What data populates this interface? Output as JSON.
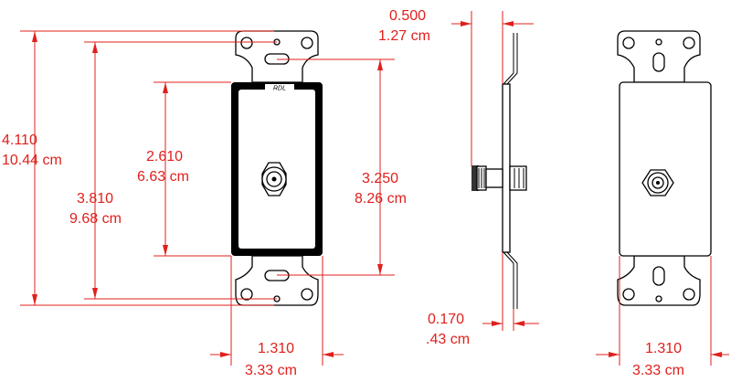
{
  "brand_label": "RDL",
  "dimensions": {
    "overall_height": {
      "inches": "4.110",
      "cm": "10.44 cm"
    },
    "mount_hole_spacing": {
      "inches": "3.810",
      "cm": "9.68 cm"
    },
    "face_height": {
      "inches": "2.610",
      "cm": "6.63 cm"
    },
    "screw_hole_spacing": {
      "inches": "3.250",
      "cm": "8.26 cm"
    },
    "side_depth": {
      "inches": "0.500",
      "cm": "1.27 cm"
    },
    "plate_thickness": {
      "inches": "0.170",
      "cm": ".43 cm"
    },
    "front_width": {
      "inches": "1.310",
      "cm": "3.33 cm"
    },
    "rear_width": {
      "inches": "1.310",
      "cm": "3.33 cm"
    }
  },
  "colors": {
    "dimension": "#e0201c",
    "outline": "#000000"
  }
}
